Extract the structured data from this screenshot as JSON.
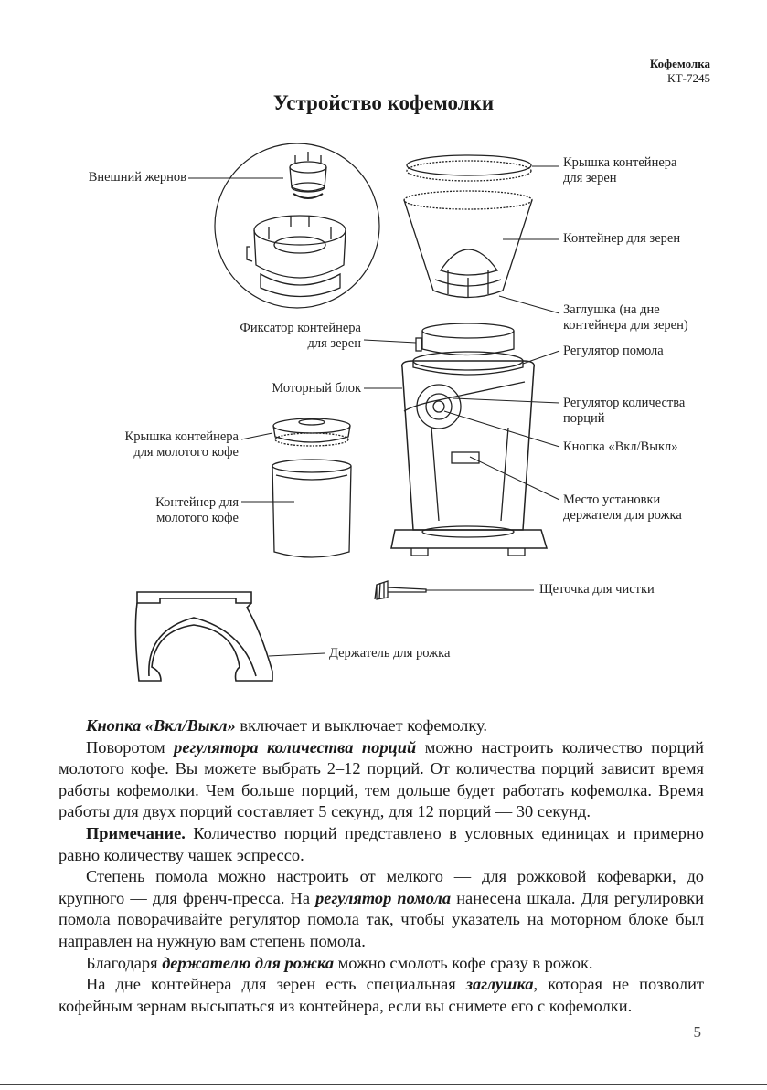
{
  "header": {
    "product": "Кофемолка",
    "model": "КТ-7245"
  },
  "title": "Устройство кофемолки",
  "labels": {
    "outer_burr": "Внешний жернов",
    "bean_lid_1": "Крышка контейнера",
    "bean_lid_2": "для зерен",
    "bean_container": "Контейнер для зерен",
    "plug_1": "Заглушка (на дне",
    "plug_2": "контейнера для зерен)",
    "lock_1": "Фиксатор контейнера",
    "lock_2": "для зерен",
    "grind_regulator": "Регулятор помола",
    "motor": "Моторный блок",
    "portion_regulator_1": "Регулятор количества",
    "portion_regulator_2": "порций",
    "ground_lid_1": "Крышка контейнера",
    "ground_lid_2": "для молотого кофе",
    "power_button": "Кнопка «Вкл/Выкл»",
    "ground_container_1": "Контейнер для",
    "ground_container_2": "молотого кофе",
    "holder_place_1": "Место установки",
    "holder_place_2": "держателя для рожка",
    "brush": "Щеточка для чистки",
    "holder": "Держатель для рожка"
  },
  "text": {
    "p1_b": "Кнопка «Вкл/Выкл»",
    "p1_r": " включает и выключает кофемолку.",
    "p2_a": "Поворотом ",
    "p2_b": "регулятора количества порций",
    "p2_c": " можно настроить количество порций молотого кофе. Вы можете выбрать 2–12 порций. От количества порций зависит время работы кофемолки. Чем больше порций, тем дольше будет работать кофемолка. Время работы для двух порций составляет 5 секунд, для 12 порций — 30 секунд.",
    "p3_b": "Примечание.",
    "p3_r": " Количество порций представлено в условных единицах и примерно равно количеству чашек эспрессо.",
    "p4_a": "Степень помола можно настроить от мелкого — для рожковой кофеварки, до крупного — для френч-пресса. На ",
    "p4_b": "регулятор помола",
    "p4_c": " нанесена шкала. Для регулировки помола поворачивайте регулятор помола так, чтобы указатель на моторном блоке был направлен на нужную вам степень помола.",
    "p5_a": "Благодаря ",
    "p5_b": "держателю для рожка",
    "p5_c": " можно смолоть кофе сразу в рожок.",
    "p6_a": "На дне контейнера для зерен есть специальная ",
    "p6_b": "заглушка",
    "p6_c": ", которая не позволит кофейным зернам высыпаться из контейнера, если вы снимете его с кофемолки."
  },
  "page_number": "5"
}
